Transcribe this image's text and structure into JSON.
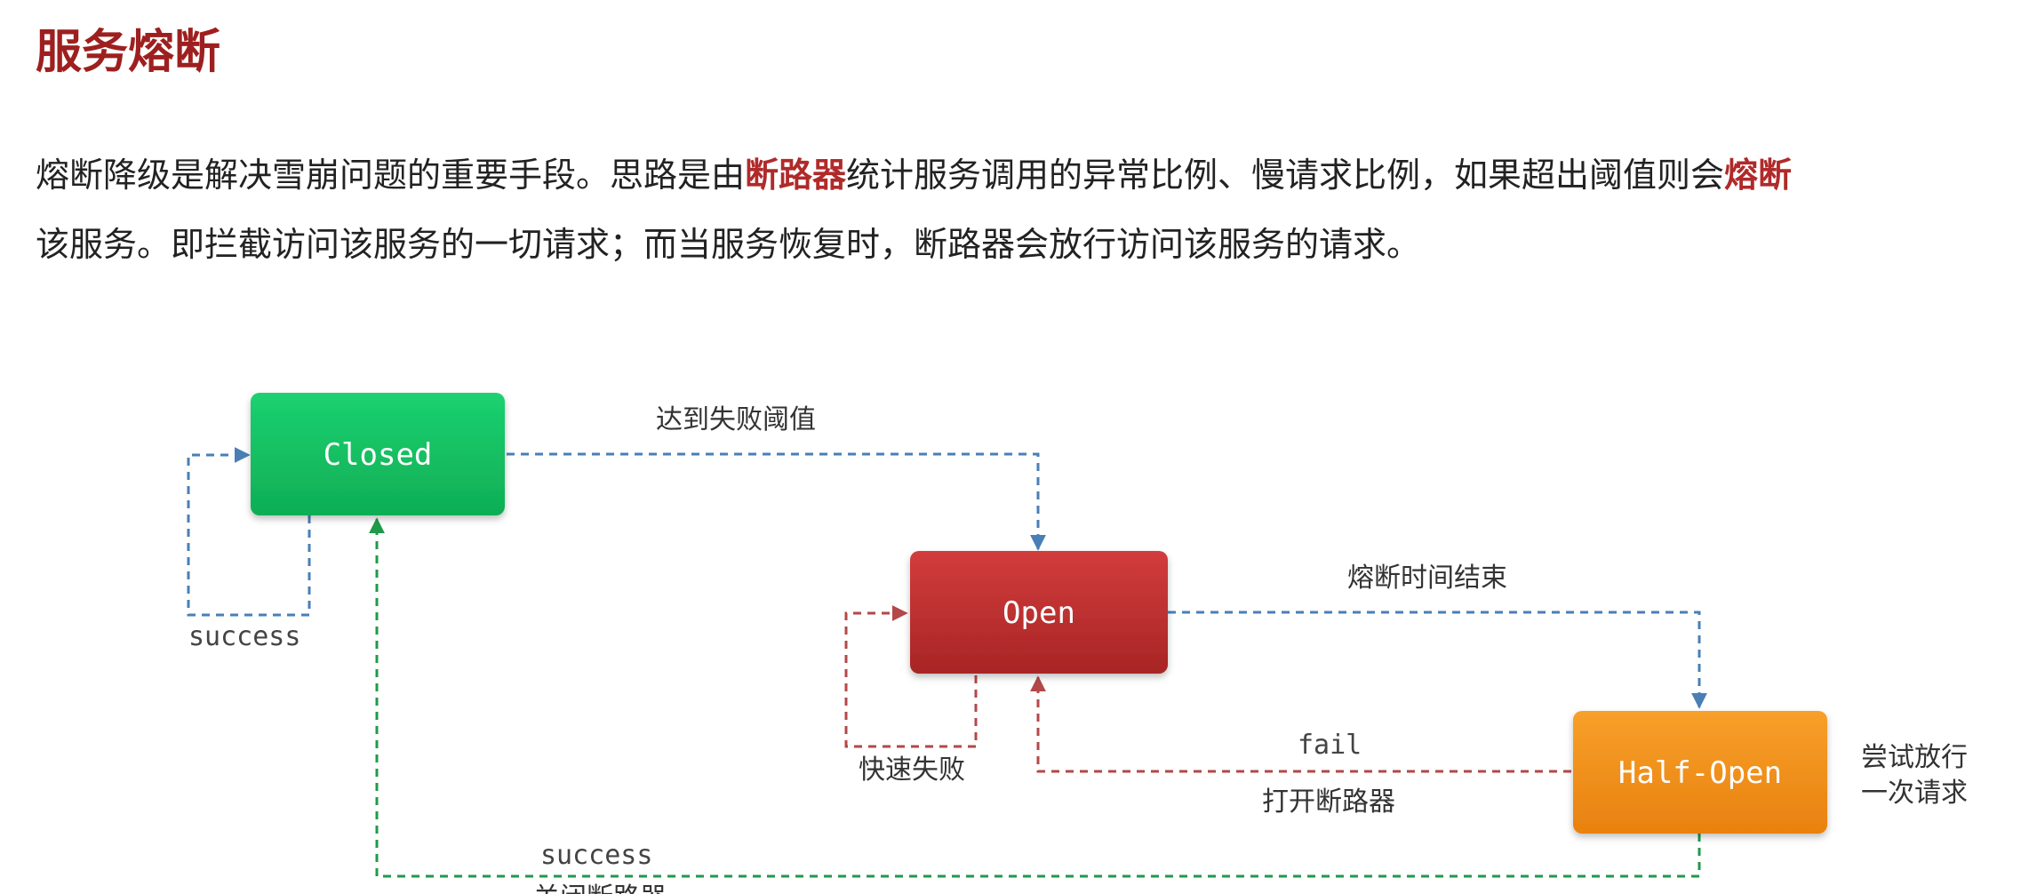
{
  "page": {
    "title": "服务熔断",
    "intro": {
      "line1": {
        "before": "熔断降级是解决雪崩问题的重要手段。思路是由",
        "highlight1": "断路器",
        "middle": "统计服务调用的异常比例、慢请求比例，如果超出阈值则会",
        "highlight2": "熔断"
      },
      "line2": "该服务。即拦截访问该服务的一切请求；而当服务恢复时，断路器会放行访问该服务的请求。"
    }
  },
  "diagram": {
    "nodes": {
      "closed": {
        "label": "Closed"
      },
      "open": {
        "label": "Open"
      },
      "half_open": {
        "label": "Half-Open"
      }
    },
    "edges": {
      "closed_self": {
        "label": "success"
      },
      "closed_to_open": {
        "label": "达到失败阈值"
      },
      "open_self": {
        "label": "快速失败"
      },
      "open_to_half": {
        "label": "熔断时间结束"
      },
      "half_to_open": {
        "label_top": "fail",
        "label_bottom": "打开断路器"
      },
      "half_to_closed": {
        "label_top": "success",
        "label_bottom": "关闭断路器"
      }
    },
    "half_open_note": {
      "line1": "尝试放行",
      "line2": "一次请求"
    },
    "colors": {
      "closed": "#11c463",
      "open": "#c43333",
      "half_open": "#f3941e",
      "blue_edge": "#4a7fb5",
      "red_edge": "#b34848",
      "green_edge": "#1f9a4a"
    }
  }
}
